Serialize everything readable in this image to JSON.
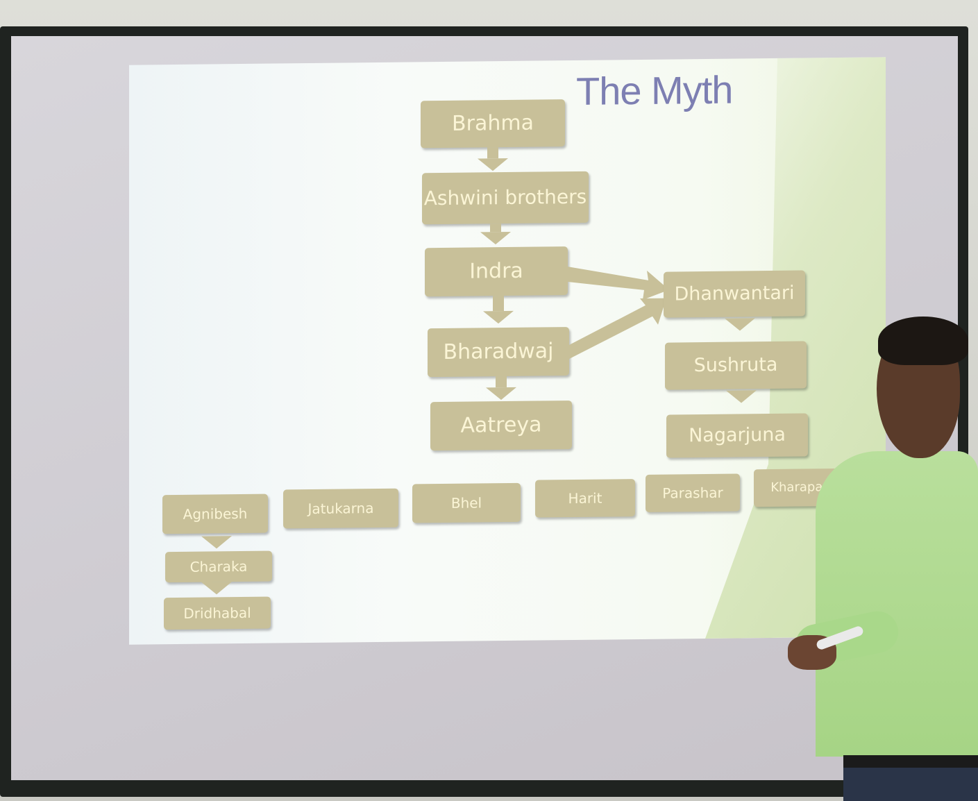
{
  "slide": {
    "title": "The Myth",
    "left_chain": [
      "Brahma",
      "Ashwini brothers",
      "Indra",
      "Bharadwaj",
      "Aatreya"
    ],
    "right_chain": [
      "Dhanwantari",
      "Sushruta",
      "Nagarjuna"
    ],
    "disciples": [
      "Agnibesh",
      "Jatukarna",
      "Bhel",
      "Harit",
      "Parashar",
      "Kharapani"
    ],
    "agnibesh_chain": [
      "Charaka",
      "Dridhabal"
    ]
  },
  "colors": {
    "box_fill": "#c8c099",
    "box_text": "#fbf5d6",
    "title": "#7d7fb2",
    "shirt": "#a6d485"
  }
}
